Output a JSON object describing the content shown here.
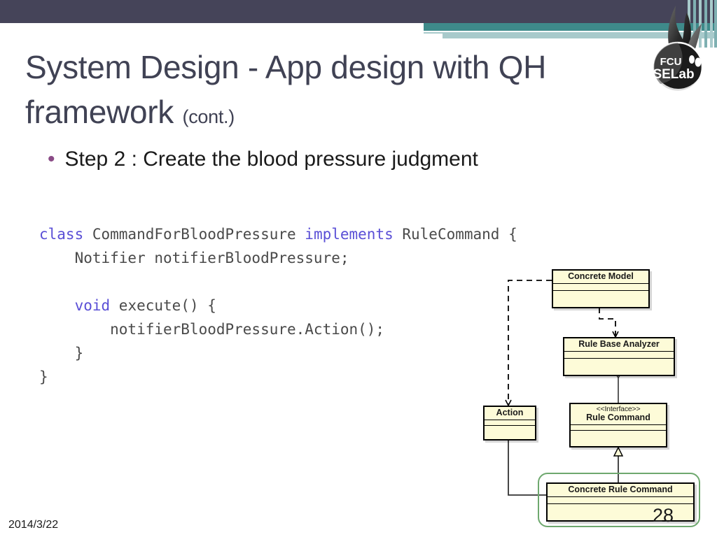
{
  "slide": {
    "title": "System Design - App design with QH framework",
    "title_suffix": "(cont.)",
    "bullet_marker": "•",
    "bullet_text": "Step 2 : Create the blood pressure judgment",
    "page_number": "28",
    "date": "2014/3/22"
  },
  "logo": {
    "name": "fcu-selab-logo",
    "line1": "FCU",
    "line2": "SELab"
  },
  "theme": {
    "navy": "#454459",
    "teal": "#3e8a8a",
    "light_teal": "#a8cacb",
    "title_color": "#404254",
    "bullet_color": "#8a4b86",
    "uml_fill": "#fdfbd8",
    "uml_border": "#000000",
    "highlight_green": "#6ea86e",
    "keyword_color": "#5a4fd6"
  },
  "code": {
    "language": "java",
    "lines": [
      [
        {
          "t": "class ",
          "k": true
        },
        {
          "t": "CommandForBloodPressure ",
          "k": false
        },
        {
          "t": "implements ",
          "k": true
        },
        {
          "t": "RuleCommand {",
          "k": false
        }
      ],
      [
        {
          "t": "    Notifier notifierBloodPressure;",
          "k": false
        }
      ],
      [
        {
          "t": "",
          "k": false
        }
      ],
      [
        {
          "t": "    ",
          "k": false
        },
        {
          "t": "void ",
          "k": true
        },
        {
          "t": "execute() {",
          "k": false
        }
      ],
      [
        {
          "t": "        notifierBloodPressure.Action();",
          "k": false
        }
      ],
      [
        {
          "t": "    }",
          "k": false
        }
      ],
      [
        {
          "t": "}",
          "k": false
        }
      ]
    ],
    "plain_text": "class CommandForBloodPressure implements RuleCommand {\n    Notifier notifierBloodPressure;\n\n    void execute() {\n        notifierBloodPressure.Action();\n    }\n}"
  },
  "uml": {
    "type": "class-diagram",
    "classes": [
      {
        "id": "concrete-model",
        "name": "Concrete Model",
        "stereotype": "",
        "highlighted": false
      },
      {
        "id": "rule-base-analyzer",
        "name": "Rule Base Analyzer",
        "stereotype": "",
        "highlighted": false
      },
      {
        "id": "action",
        "name": "Action",
        "stereotype": "",
        "highlighted": false
      },
      {
        "id": "rule-command",
        "name": "Rule Command",
        "stereotype": "<<Interface>>",
        "highlighted": false
      },
      {
        "id": "concrete-rule-command",
        "name": "Concrete Rule Command",
        "stereotype": "",
        "highlighted": true
      }
    ],
    "relations": [
      {
        "from": "concrete-model",
        "to": "rule-base-analyzer",
        "kind": "dependency-dashed-arrow"
      },
      {
        "from": "concrete-model",
        "to": "action",
        "kind": "dependency-dashed-arrow"
      },
      {
        "from": "rule-base-analyzer",
        "to": "rule-command",
        "kind": "aggregation-diamond"
      },
      {
        "from": "concrete-rule-command",
        "to": "rule-command",
        "kind": "generalization-hollow-triangle"
      },
      {
        "from": "concrete-rule-command",
        "to": "action",
        "kind": "association-open-arrow"
      }
    ]
  }
}
